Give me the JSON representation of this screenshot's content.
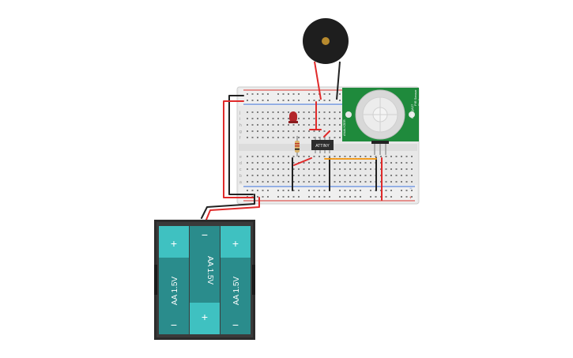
{
  "colors": {
    "breadboard": "#e6e6e6",
    "rail_red": "#d9302b",
    "rail_blue": "#3a6fd8",
    "pcb_green": "#1f8a3c",
    "battery_teal": "#2a8c8c",
    "battery_teal_light": "#3fc1c1",
    "holder": "#2b2b2b",
    "buzzer": "#1e1e1e",
    "buzzer_center": "#b78a2e",
    "chip": "#2d2d2d",
    "led": "#b3262a",
    "wire_red": "#e02a2a",
    "wire_black": "#222222",
    "wire_orange": "#f09a1d"
  },
  "breadboard": {
    "row_letters_top": [
      "j",
      "i",
      "h",
      "g",
      "f"
    ],
    "row_letters_bottom": [
      "e",
      "d",
      "c",
      "b",
      "a"
    ],
    "rail_plus": "+",
    "rail_minus": "−"
  },
  "chip": {
    "label": "ATTINY"
  },
  "pir": {
    "title_lines": [
      "PIR Sensor",
      "Pin 1"
    ],
    "model": "PIR-QA27",
    "side_text": "ANALYZER"
  },
  "battery": {
    "cells": [
      {
        "label": "AA 1.5V",
        "top": "+",
        "bottom": "−"
      },
      {
        "label": "AA 1.5V",
        "top": "−",
        "bottom": "+"
      },
      {
        "label": "AA 1.5V",
        "top": "+",
        "bottom": "−"
      }
    ]
  },
  "icons": {
    "buzzer": "piezo-buzzer-icon",
    "led": "led-icon",
    "resistor": "resistor-icon"
  }
}
